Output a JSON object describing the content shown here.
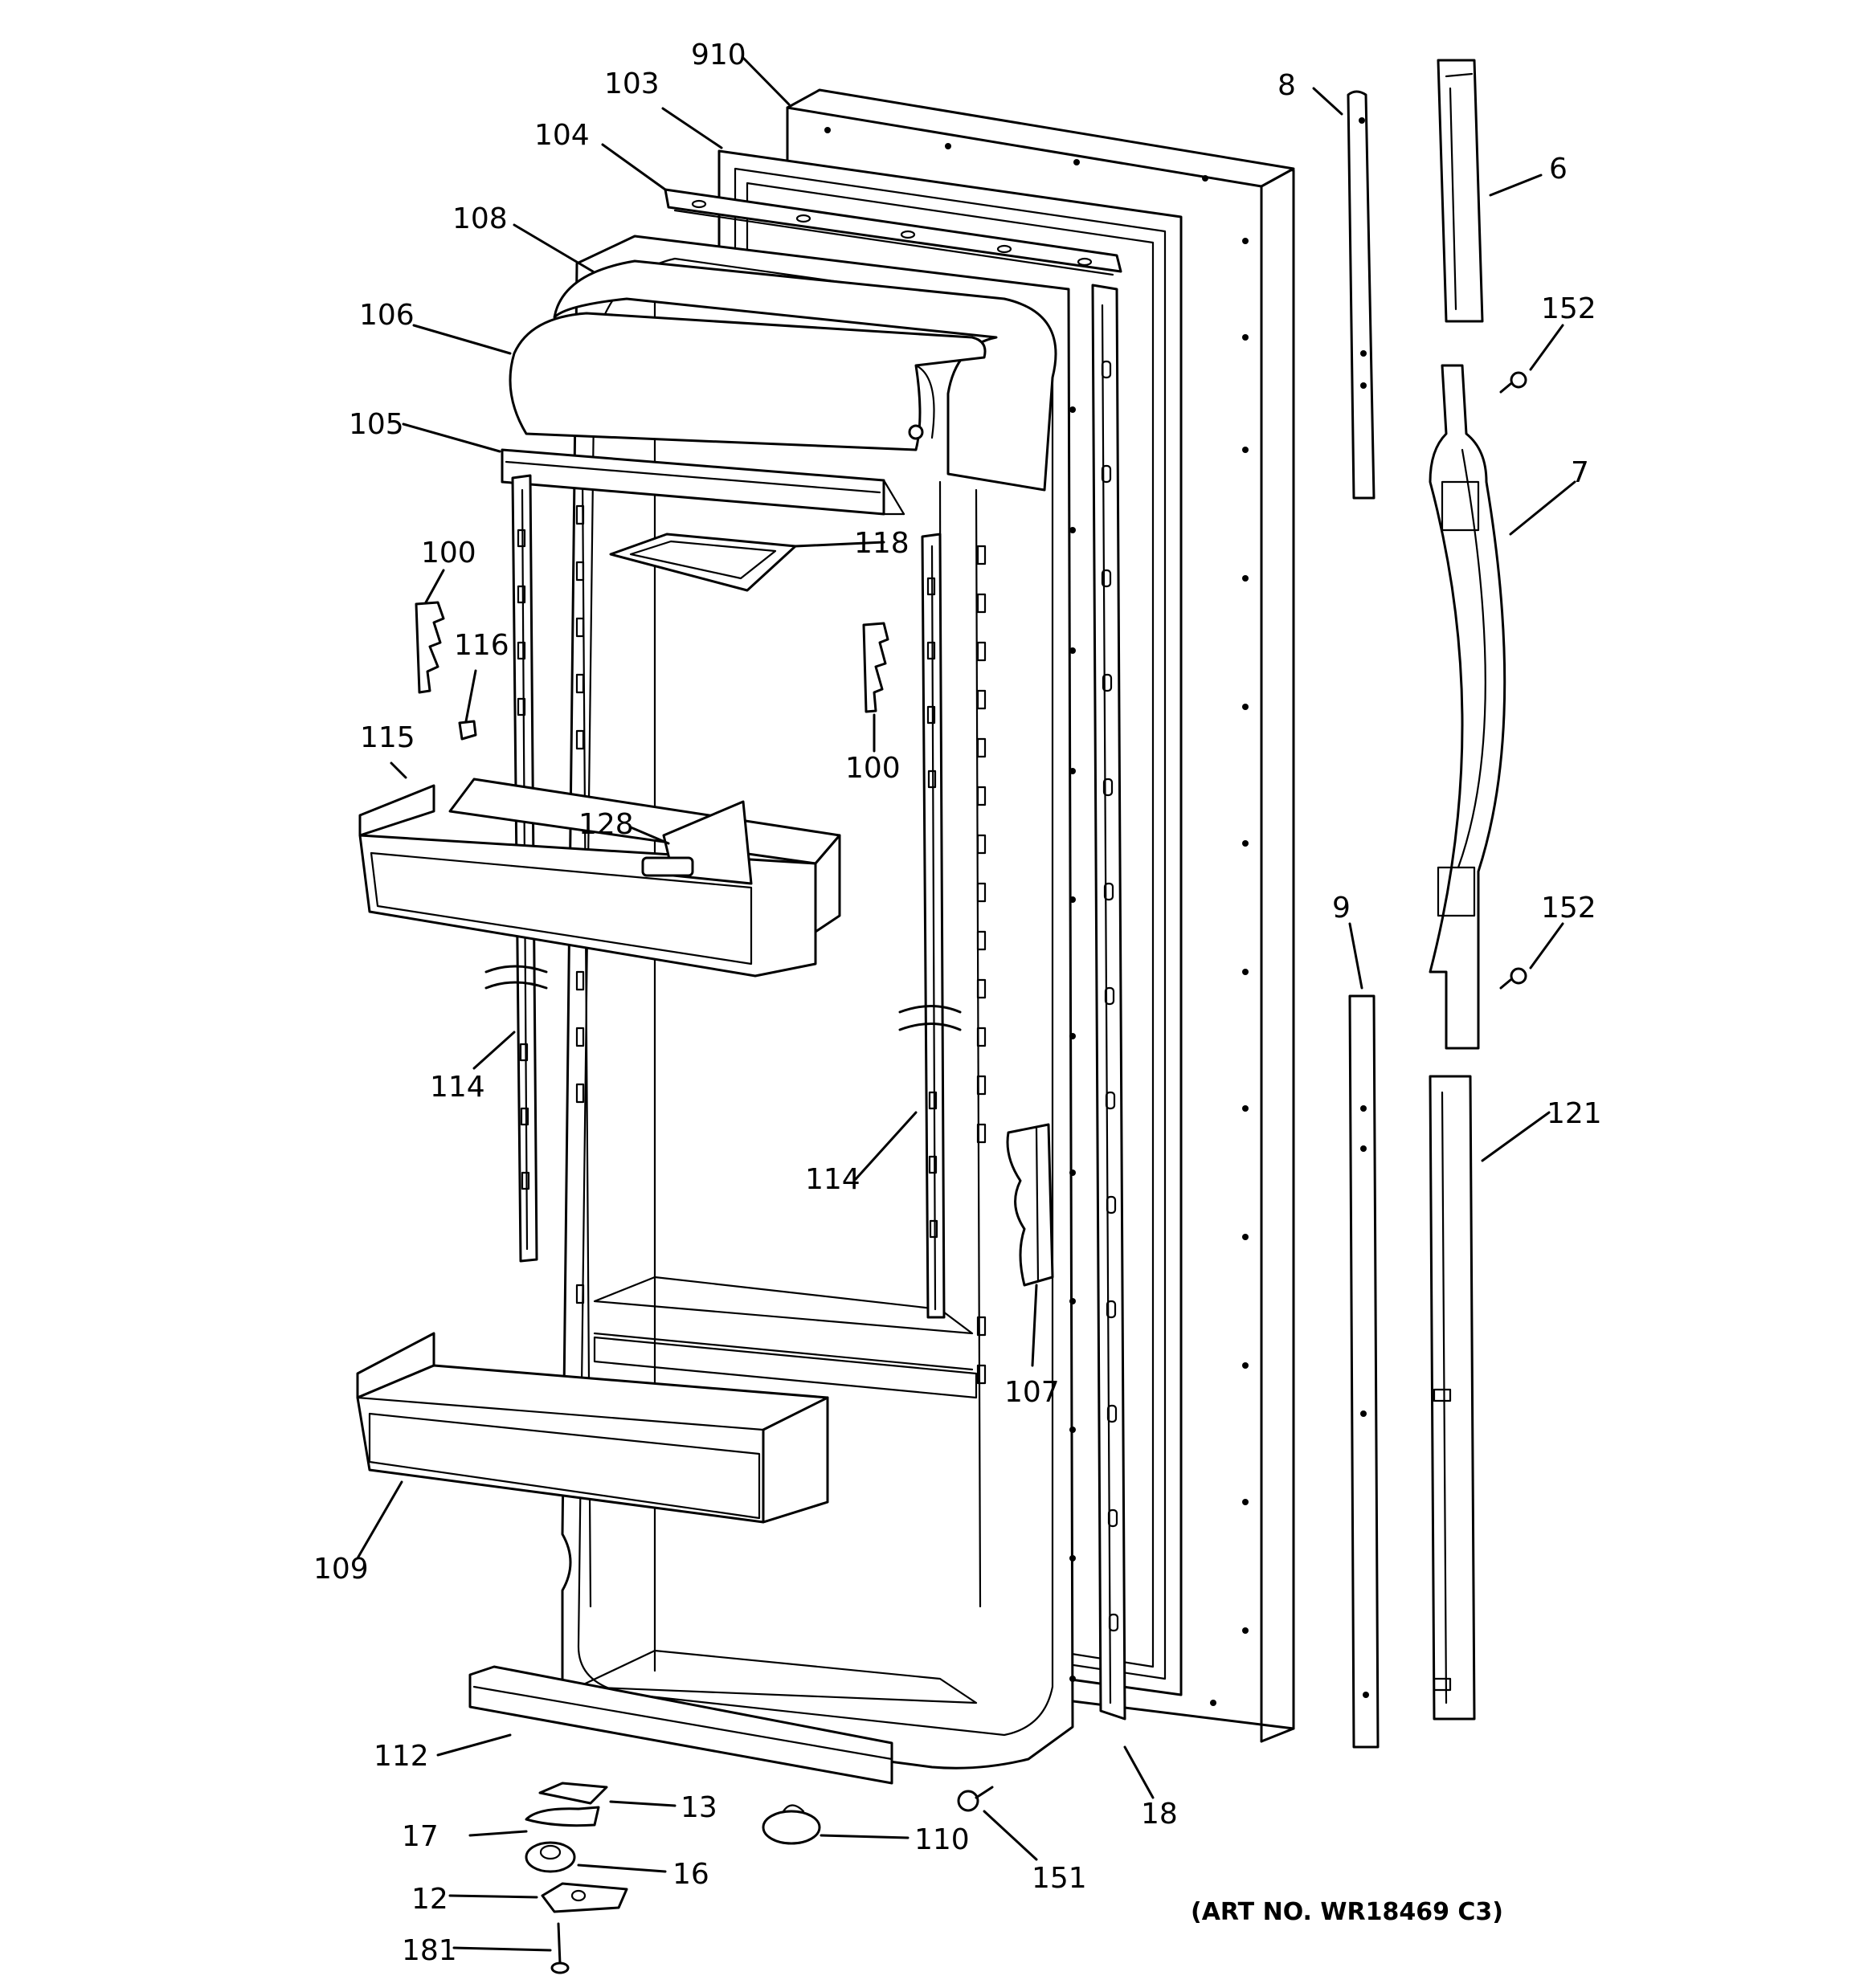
{
  "labels": {
    "l910": "910",
    "l103": "103",
    "l104": "104",
    "l108": "108",
    "l106": "106",
    "l105": "105",
    "l100a": "100",
    "l116": "116",
    "l118": "118",
    "l100b": "100",
    "l115": "115",
    "l128": "128",
    "l114a": "114",
    "l114b": "114",
    "l107": "107",
    "l109": "109",
    "l112": "112",
    "l13": "13",
    "l17": "17",
    "l16": "16",
    "l12": "12",
    "l181": "181",
    "l110": "110",
    "l151": "151",
    "l18": "18",
    "l8": "8",
    "l6": "6",
    "l152a": "152",
    "l7": "7",
    "l9": "9",
    "l152b": "152",
    "l121": "121"
  },
  "art_number": "(ART NO. WR18469 C3)"
}
